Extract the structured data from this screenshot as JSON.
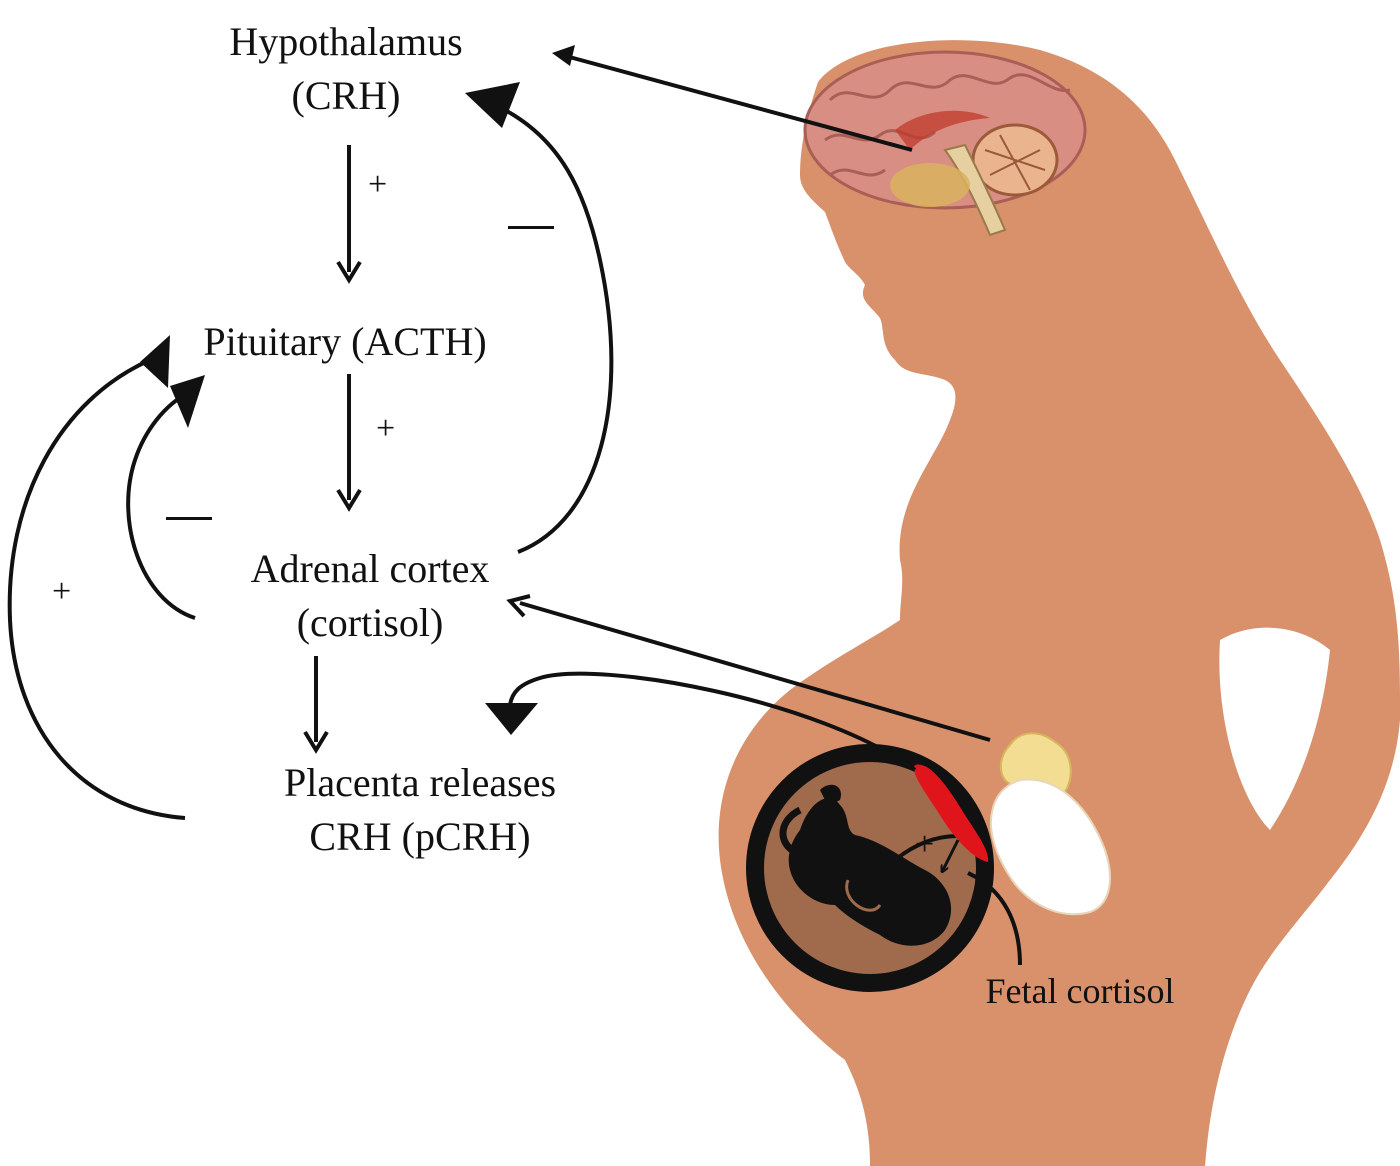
{
  "labels": {
    "hypothalamus_line1": "Hypothalamus",
    "hypothalamus_line2": "(CRH)",
    "pituitary": "Pituitary (ACTH)",
    "adrenal_line1": "Adrenal cortex",
    "adrenal_line2": "(cortisol)",
    "placenta_line1": "Placenta releases",
    "placenta_line2": "CRH (pCRH)",
    "fetal_cortisol": "Fetal cortisol"
  },
  "signs": {
    "hypothalamus_to_pituitary": "+",
    "pituitary_to_adrenal": "+",
    "placenta_to_pituitary": "+",
    "fetal": "+",
    "negative_symbol": "—"
  },
  "colors": {
    "skin": "#d9916c",
    "womb": "#a06a4c",
    "ink": "#111111",
    "placenta": "#e0151b",
    "adrenal_gland": "#f3dd93",
    "kidney": "#ffffff",
    "brain": "#d98e84"
  }
}
